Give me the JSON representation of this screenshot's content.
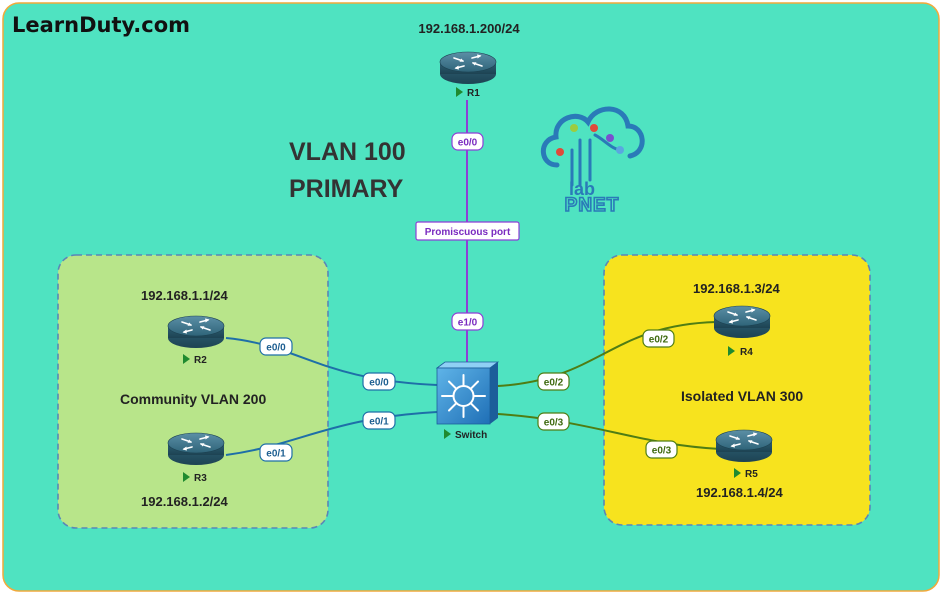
{
  "site_name": "LearnDuty.com",
  "vlan_primary": {
    "line1": "VLAN 100",
    "line2": "PRIMARY"
  },
  "colors": {
    "background": "#4fe3c1",
    "community_zone": "#b8e58a",
    "isolated_zone": "#f7e31e",
    "promiscuous_link": "#8e3fd6",
    "community_link": "#1e6fa8",
    "isolated_link": "#4f7d14"
  },
  "promiscuous_label": "Promiscuous port",
  "routers": [
    {
      "id": "r1",
      "name": "R1",
      "ip": "192.168.1.200/24"
    },
    {
      "id": "r2",
      "name": "R2",
      "ip": "192.168.1.1/24"
    },
    {
      "id": "r3",
      "name": "R3",
      "ip": "192.168.1.2/24"
    },
    {
      "id": "r4",
      "name": "R4",
      "ip": "192.168.1.3/24"
    },
    {
      "id": "r5",
      "name": "R5",
      "ip": "192.168.1.4/24"
    }
  ],
  "switch": {
    "name": "Switch"
  },
  "zones": {
    "community": "Community VLAN 200",
    "isolated": "Isolated VLAN 300"
  },
  "ports": {
    "r1_e00": "e0/0",
    "sw_e10": "e1/0",
    "r2_e00": "e0/0",
    "sw_e00": "e0/0",
    "r3_e01": "e0/1",
    "sw_e01": "e0/1",
    "sw_e02": "e0/2",
    "r4_e02": "e0/2",
    "sw_e03": "e0/3",
    "r5_e03": "e0/3"
  },
  "logo": {
    "text": "PNET",
    "subtext": "lab"
  }
}
